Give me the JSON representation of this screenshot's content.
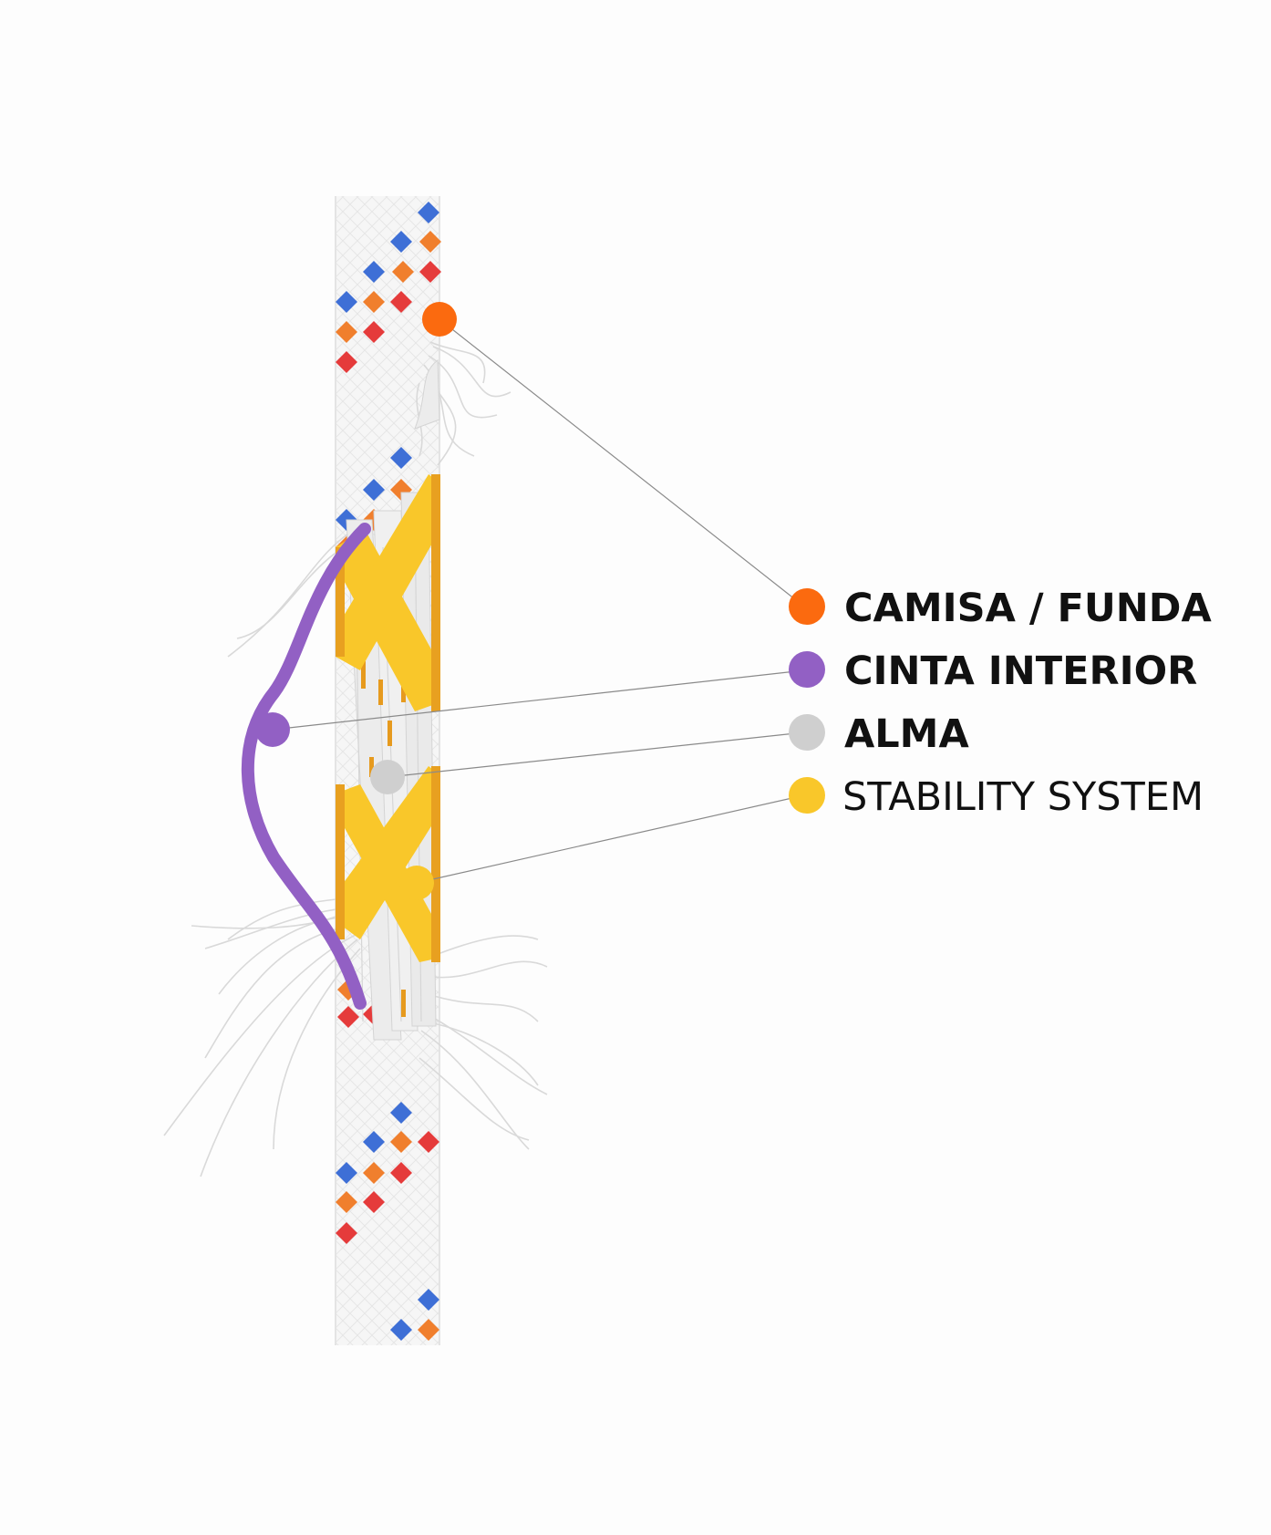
{
  "legend": [
    {
      "label": "CAMISA / FUNDA",
      "color": "#fb6a0f",
      "icon": "dot-orange-icon"
    },
    {
      "label": "CINTA INTERIOR",
      "color": "#9260c4",
      "icon": "dot-purple-icon"
    },
    {
      "label": "ALMA",
      "color": "#cfcfcf",
      "icon": "dot-gray-icon"
    },
    {
      "label": "STABILITY SYSTEM",
      "color": "#f9c72a",
      "icon": "dot-yellow-icon"
    }
  ],
  "colors": {
    "background": "#fdfdfd",
    "sheath": "#f5f5f5",
    "diamond_blue": "#3e6fd6",
    "diamond_orange": "#f07f2d",
    "diamond_red": "#e53b3b",
    "stability": "#f9c72a",
    "stability_dark": "#e8a020",
    "core": "#ececec",
    "fibers": "#d6d6d6",
    "leader_line": "#8a8a8a"
  }
}
